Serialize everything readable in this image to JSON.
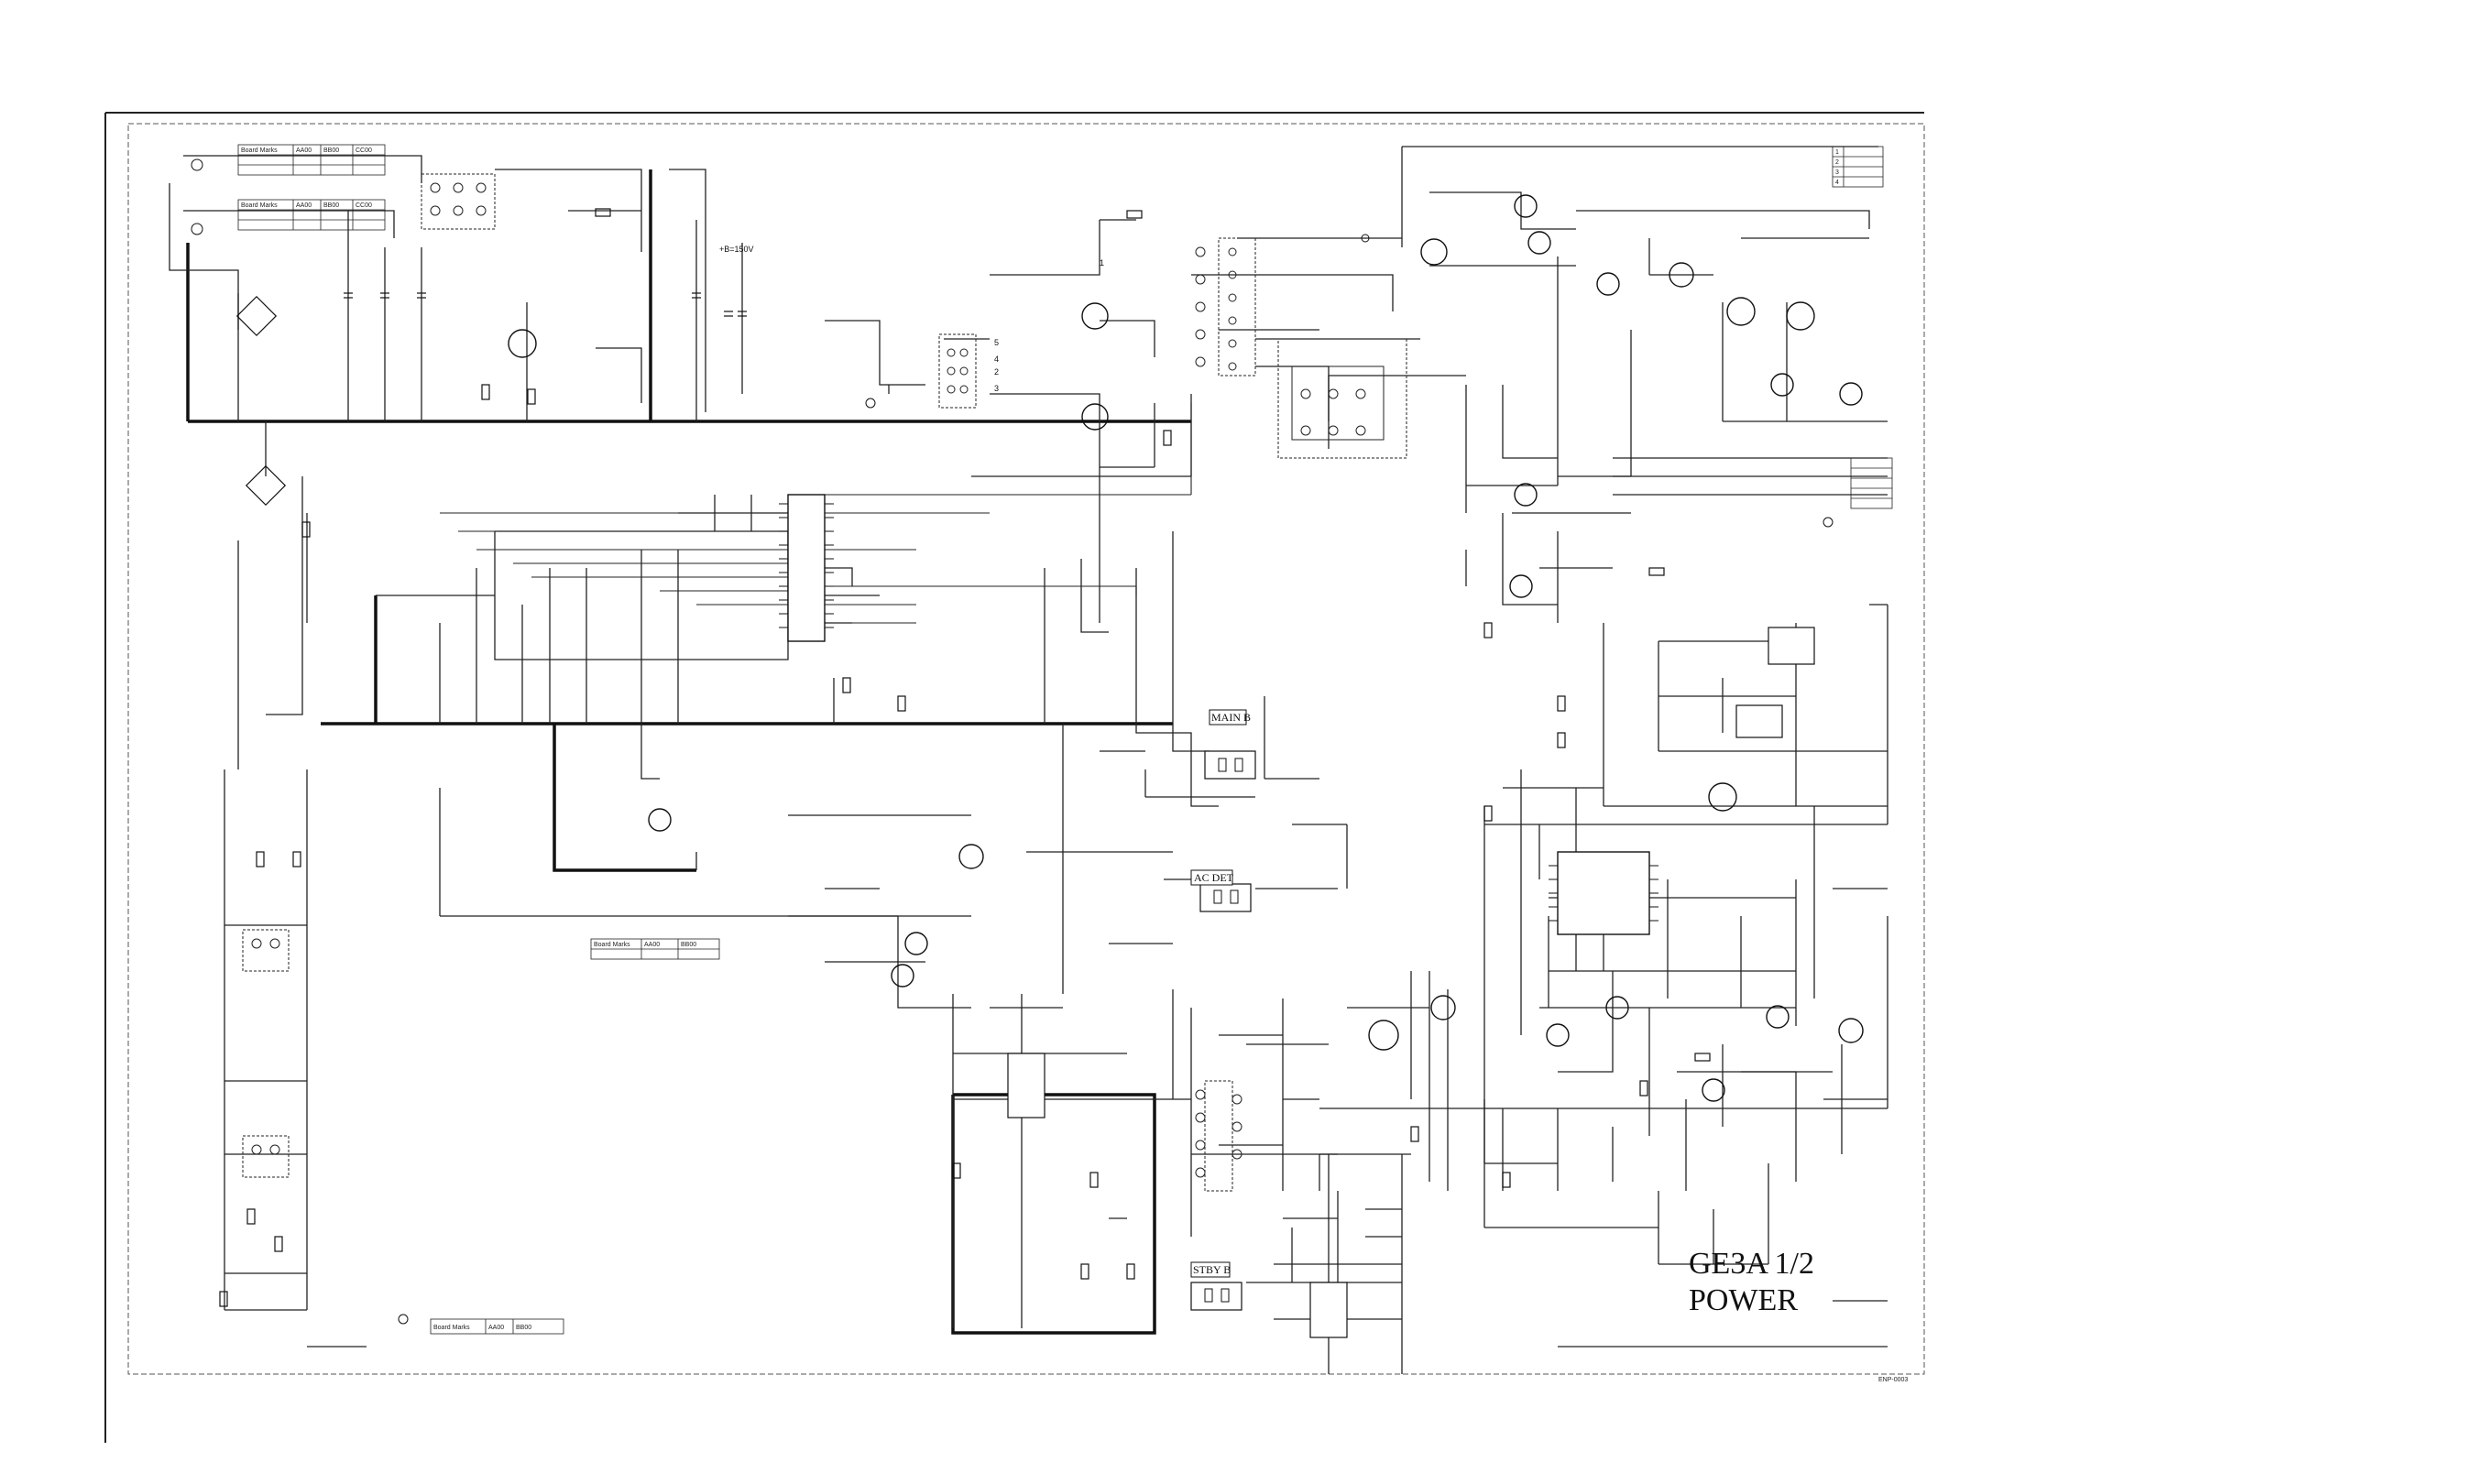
{
  "title": {
    "line1": "GE3A 1/2",
    "line2": "POWER"
  },
  "block_labels": {
    "main_b": "MAIN B",
    "ac_det": "AC DET",
    "stby_b": "STBY B",
    "voltage": "+B=150V"
  },
  "transformer_pins": [
    "5",
    "4",
    "2",
    "3",
    "1"
  ],
  "connector_rows": [
    "1",
    "2",
    "3",
    "4"
  ],
  "model_tables": [
    {
      "rows": [
        [
          "Board Marks",
          "AA00",
          "BB00",
          "CC00"
        ],
        [
          "",
          "",
          "",
          ""
        ],
        [
          "",
          "",
          "",
          ""
        ]
      ]
    },
    {
      "rows": [
        [
          "Board Marks",
          "AA00",
          "BB00",
          "CC00"
        ],
        [
          "",
          "",
          "",
          ""
        ],
        [
          "",
          "",
          "",
          ""
        ]
      ]
    },
    {
      "rows": [
        [
          "Board Marks",
          "AA00",
          "BB00"
        ],
        [
          "",
          "",
          ""
        ]
      ]
    },
    {
      "rows": [
        [
          "Board Marks",
          "AA00",
          "BB00"
        ]
      ]
    }
  ],
  "footer_code": "ENP-0003"
}
